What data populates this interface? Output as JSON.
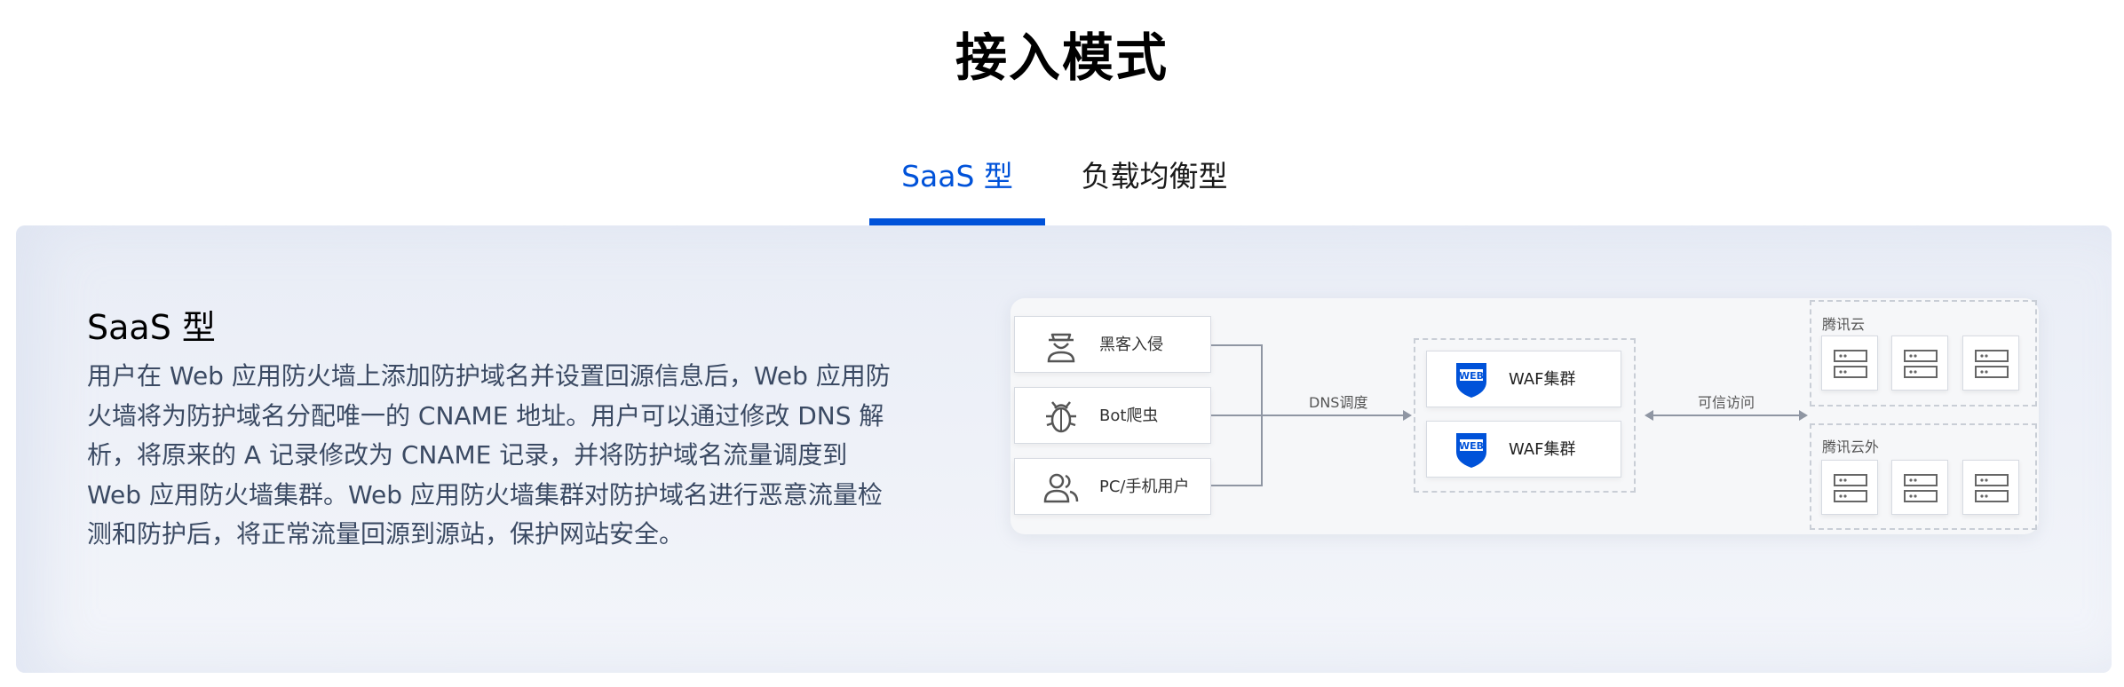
{
  "page": {
    "title": "接入模式"
  },
  "tabs": [
    {
      "label": "SaaS 型",
      "active": true
    },
    {
      "label": "负载均衡型",
      "active": false
    }
  ],
  "panel": {
    "heading": "SaaS 型",
    "description": "用户在 Web 应用防火墙上添加防护域名并设置回源信息后，Web 应用防火墙将为防护域名分配唯一的 CNAME 地址。用户可以通过修改 DNS 解析，将原来的 A 记录修改为 CNAME 记录，并将防护域名流量调度到 Web 应用防火墙集群。Web 应用防火墙集群对防护域名进行恶意流量检测和防护后，将正常流量回源到源站，保护网站安全。"
  },
  "diagram": {
    "sources": [
      {
        "label": "黑客入侵",
        "icon": "hacker-icon"
      },
      {
        "label": "Bot爬虫",
        "icon": "bug-icon"
      },
      {
        "label": "PC/手机用户",
        "icon": "users-icon"
      }
    ],
    "dns_label": "DNS调度",
    "waf_nodes": [
      {
        "label": "WAF集群",
        "icon": "web-shield-icon"
      },
      {
        "label": "WAF集群",
        "icon": "web-shield-icon"
      }
    ],
    "trusted_label": "可信访问",
    "tencent_cloud_label": "腾讯云",
    "outside_cloud_label": "腾讯云外",
    "colors": {
      "accent": "#0052d9",
      "text": "#3b4a63"
    }
  }
}
